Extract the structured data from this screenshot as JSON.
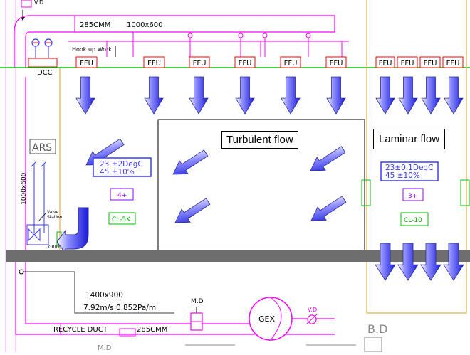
{
  "top_left_label": "V.D",
  "upper_duct": {
    "flow": "285CMM",
    "size": "1000x600"
  },
  "hookup_label": "Hook up Work",
  "ffu_label": "FFU",
  "dcc_label": "DCC",
  "ars_label": "ARS",
  "vertical_duct_size": "1000x600",
  "valve_station": [
    "Valve",
    "Station"
  ],
  "grill_label": "GRILL",
  "turbulent": {
    "label": "Turbulent flow",
    "temp": "23 ±2DegC",
    "humidity": "45 ±10%",
    "pressure": "4+",
    "class": "CL-5K"
  },
  "laminar": {
    "label": "Laminar flow",
    "temp": "23±0.1DegC",
    "humidity": "45 ±10%",
    "pressure": "3+",
    "class": "CL-10"
  },
  "return_duct": {
    "size": "1400x900",
    "velocity": "7.92m/s 0.852Pa/m"
  },
  "recycle_duct": {
    "label": "RECYCLE DUCT",
    "flow": "285CMM"
  },
  "md_label": "M.D",
  "md_bottom_label": "M.D",
  "gex_label": "GEX",
  "vd_label": "V.D",
  "bd_label": "B.D",
  "colors": {
    "duct": "#ff00ff",
    "arrow": "#3a3aff",
    "ffu": "#ff0000",
    "grid": "#00c000",
    "floor": "#6e6e6e",
    "wall": "#e8c060"
  }
}
